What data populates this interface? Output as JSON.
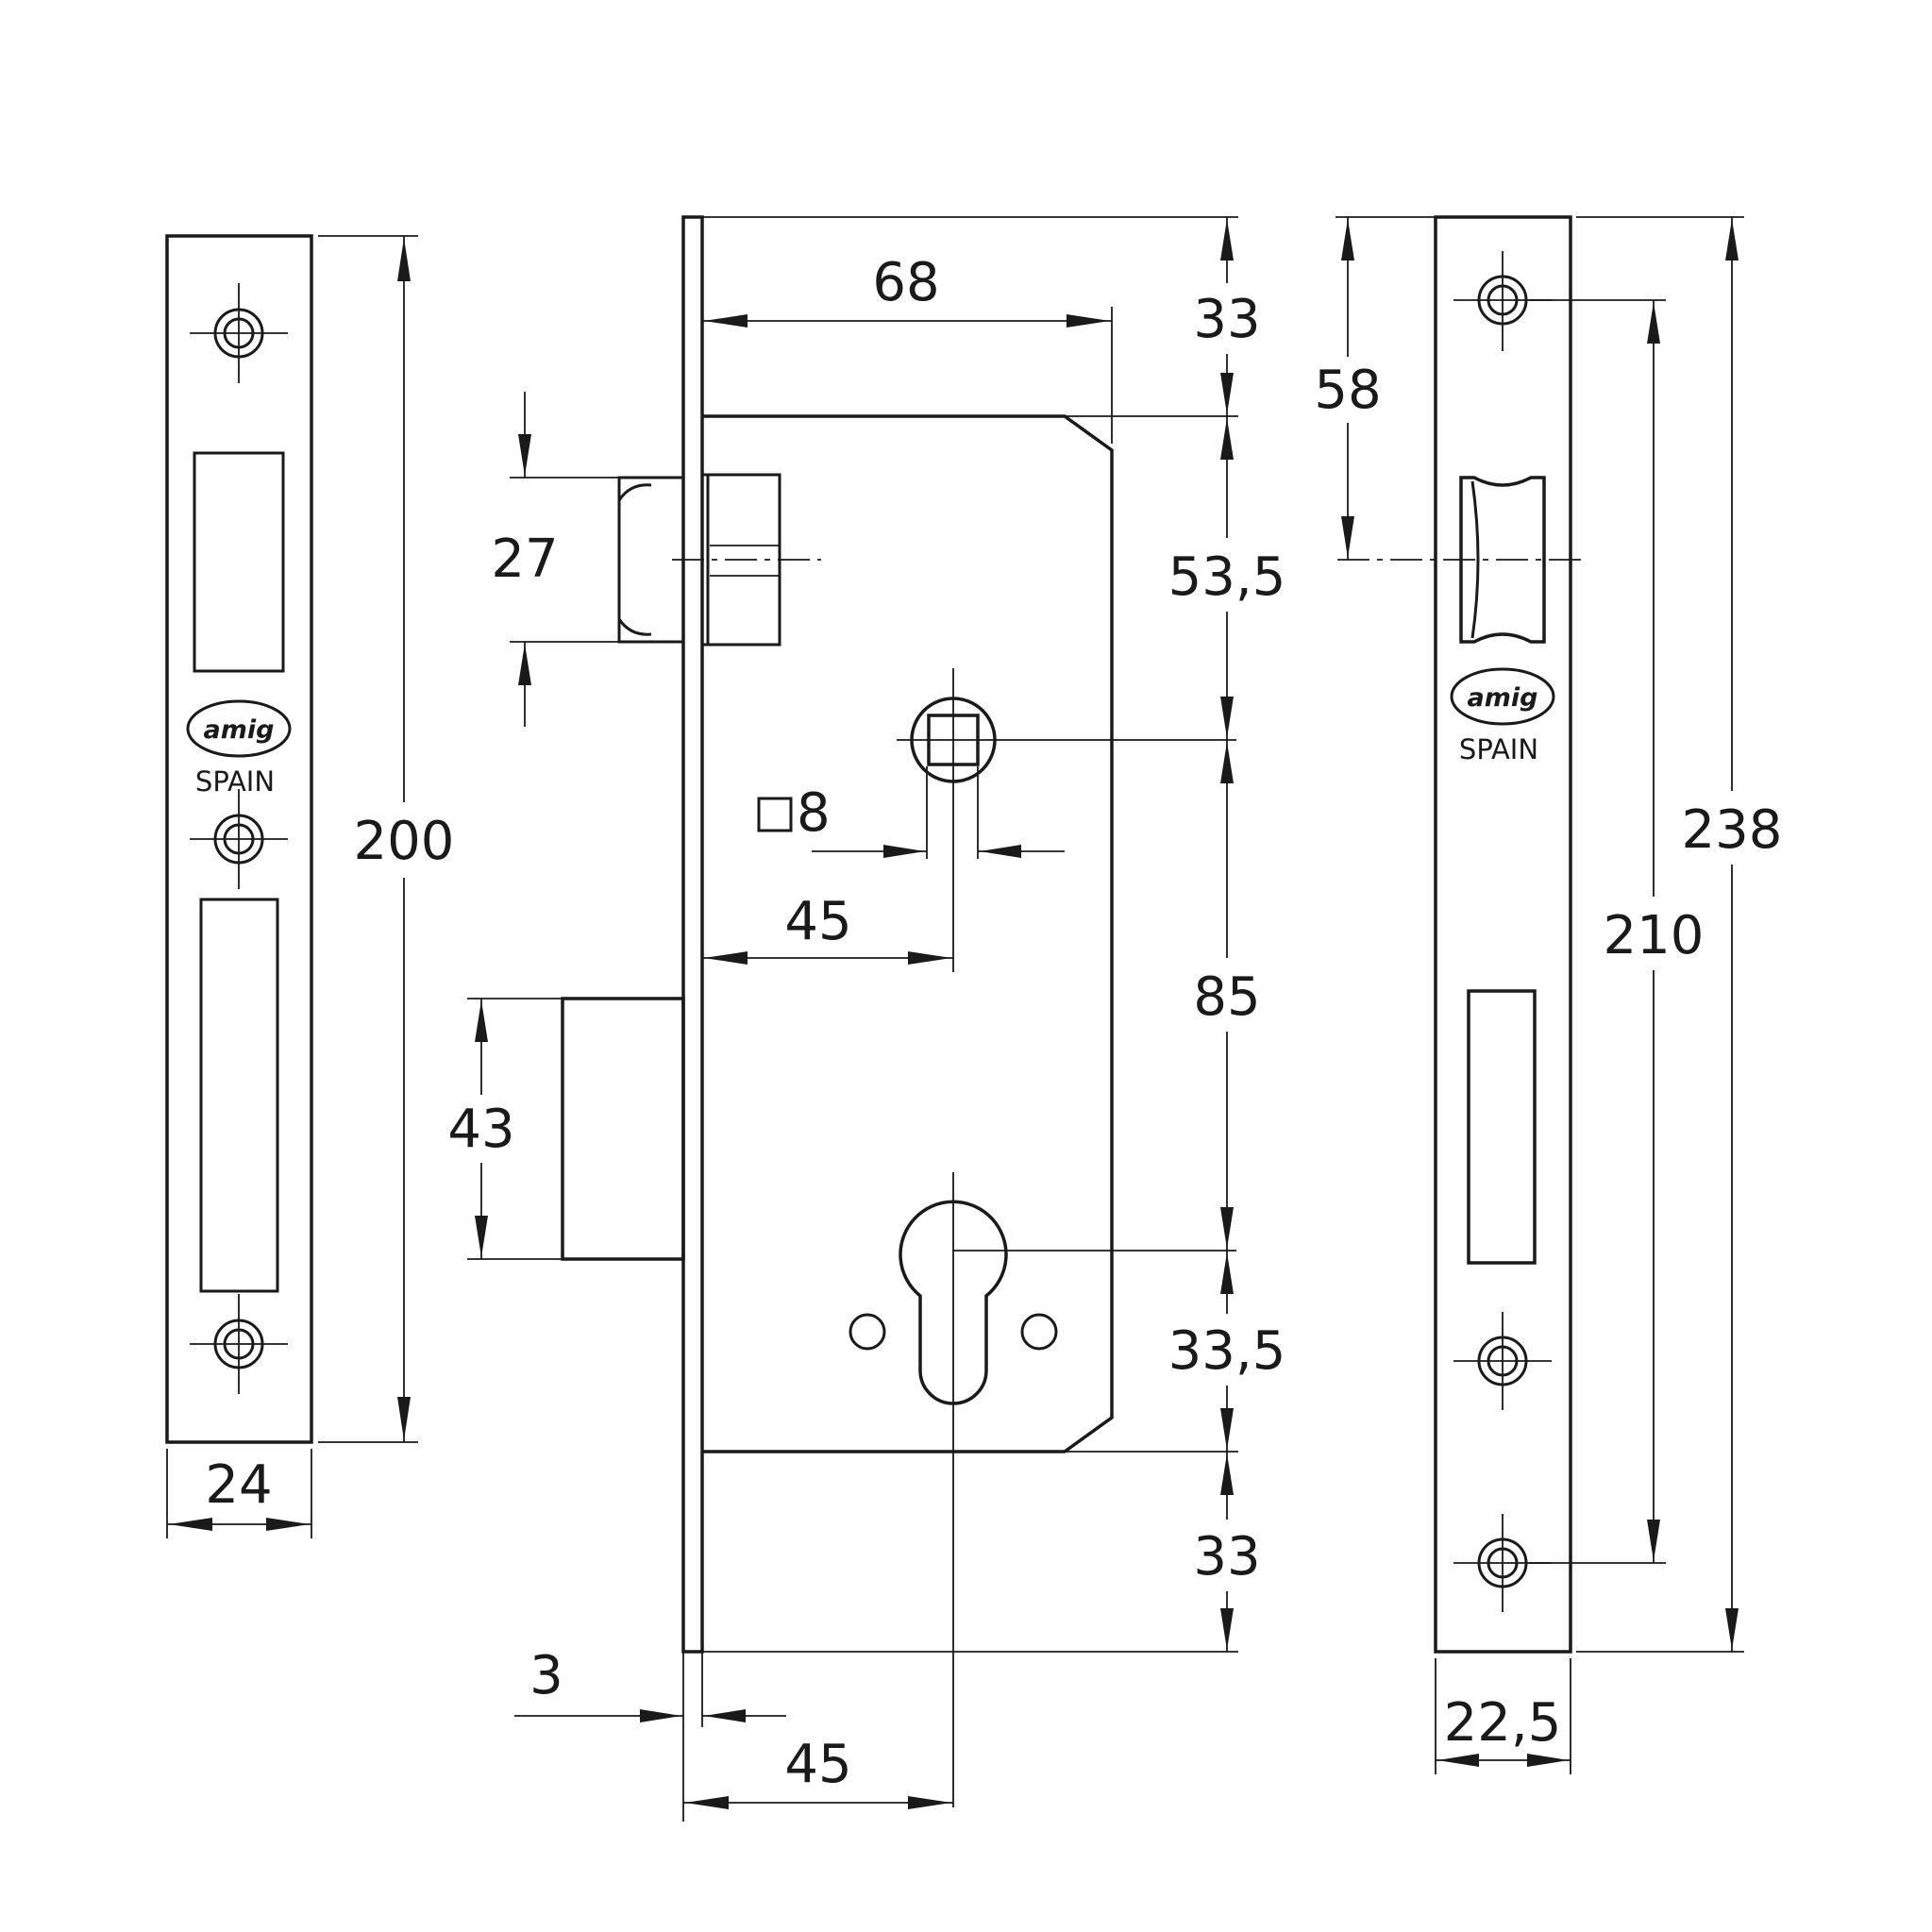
{
  "brand": {
    "logo": "amig",
    "origin": "SPAIN"
  },
  "dimensions": {
    "left_plate_height": "200",
    "left_plate_width": "24",
    "backset_top": "68",
    "top_margin": "33",
    "latch_height": "27",
    "latch_to_spindle": "53,5",
    "spindle_square": "8",
    "spindle_backset": "45",
    "spindle_to_cylinder": "85",
    "bolt_height": "43",
    "cylinder_to_bottom": "33,5",
    "bottom_margin": "33",
    "faceplate_thickness": "3",
    "cylinder_backset": "45",
    "strike_top_to_latch": "58",
    "strike_screw_spacing": "210",
    "strike_height": "238",
    "strike_width": "22,5"
  }
}
